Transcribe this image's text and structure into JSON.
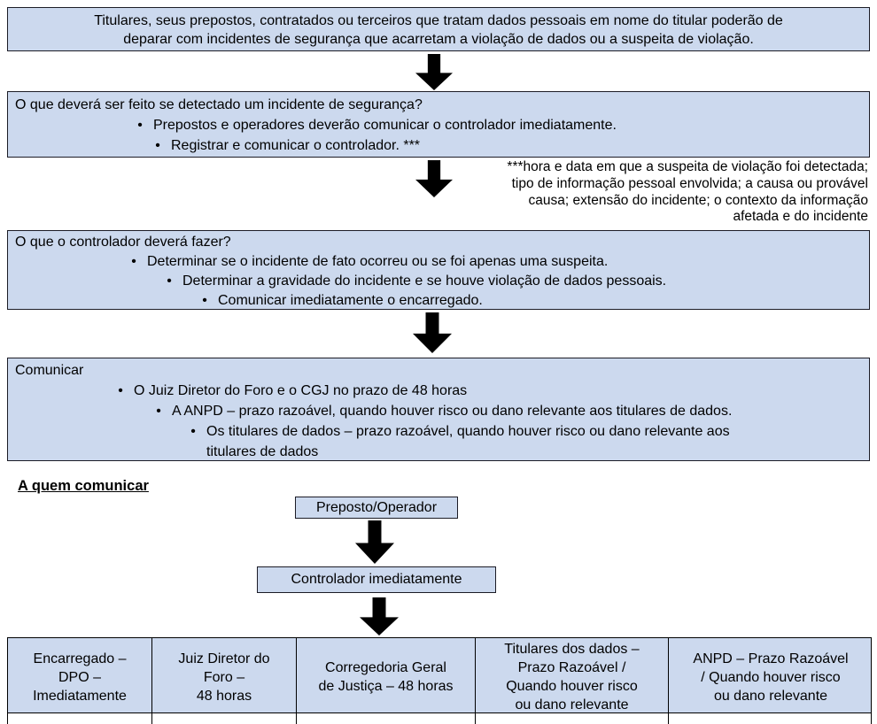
{
  "colors": {
    "box_fill": "#ccd9ee",
    "box_border": "#1c1c26",
    "arrow": "#000000"
  },
  "flow": {
    "intro_box": {
      "text": "Titulares, seus prepostos, contratados ou terceiros que tratam dados pessoais em nome do titular poderão de\ndeparar com incidentes de segurança que acarretam a violação de dados ou a suspeita de violação."
    },
    "incident_box": {
      "title": "O que deverá ser feito se detectado um incidente de segurança?",
      "bullets": [
        {
          "text": "Prepostos e operadores deverão comunicar o controlador imediatamente."
        },
        {
          "text": "Registrar e comunicar o controlador. ***"
        }
      ]
    },
    "footnote": {
      "text": "***hora e data em que a suspeita de violação foi detectada;\ntipo de informação pessoal envolvida; a causa ou provável\ncausa; extensão do incidente; o contexto da informação\nafetada e do incidente"
    },
    "controller_box": {
      "title": "O que o controlador deverá fazer?",
      "bullets": [
        {
          "text": "Determinar se o incidente de fato ocorreu ou se foi apenas uma suspeita."
        },
        {
          "text": "Determinar a gravidade do incidente e se houve violação de dados pessoais."
        },
        {
          "text": "Comunicar imediatamente o encarregado."
        }
      ]
    },
    "communicate_box": {
      "title": "Comunicar",
      "bullets": [
        {
          "text": "O Juiz Diretor do Foro e o CGJ no prazo de 48 horas"
        },
        {
          "text": "A ANPD – prazo razoável, quando houver risco ou dano relevante aos titulares de dados."
        },
        {
          "text": "Os titulares de dados – prazo razoável, quando houver risco ou dano relevante aos\ntitulares de dados"
        }
      ]
    }
  },
  "who_section": {
    "heading": "A quem comunicar",
    "preposto_box": "Preposto/Operador",
    "controlador_box": "Controlador imediatamente",
    "table": {
      "cells": [
        "Encarregado –\nDPO –\nImediatamente",
        "Juiz Diretor do\nForo –\n48 horas",
        "Corregedoria Geral\nde Justiça – 48 horas",
        "Titulares dos dados –\nPrazo Razoável /\nQuando houver risco\nou dano relevante",
        "ANPD – Prazo Razoável\n/ Quando houver risco\nou dano relevante"
      ]
    }
  }
}
